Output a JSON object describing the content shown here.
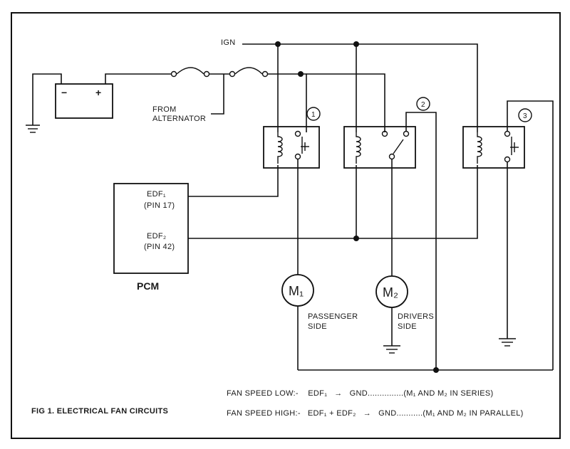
{
  "labels": {
    "ign": "IGN",
    "battery_minus": "−",
    "battery_plus": "+",
    "from_alternator_1": "FROM",
    "from_alternator_2": "ALTERNATOR",
    "pcm": "PCM",
    "edf1": "EDF₁",
    "edf1_pin": "(PIN 17)",
    "edf2": "EDF₂",
    "edf2_pin": "(PIN 42)",
    "motor1": "M₁",
    "motor2": "M₂",
    "passenger_1": "PASSENGER",
    "passenger_2": "SIDE",
    "drivers_1": "DRIVERS",
    "drivers_2": "SIDE",
    "relay1_num": "1",
    "relay2_num": "2",
    "relay3_num": "3",
    "figure_caption": "FIG 1. ELECTRICAL FAN CIRCUITS",
    "speed_low": "FAN SPEED LOW:-    EDF₁   →   GND...............(M₁ AND M₂ IN SERIES)",
    "speed_high": "FAN SPEED HIGH:-   EDF₁ + EDF₂   →   GND...........(M₁ AND M₂ IN PARALLEL)"
  }
}
